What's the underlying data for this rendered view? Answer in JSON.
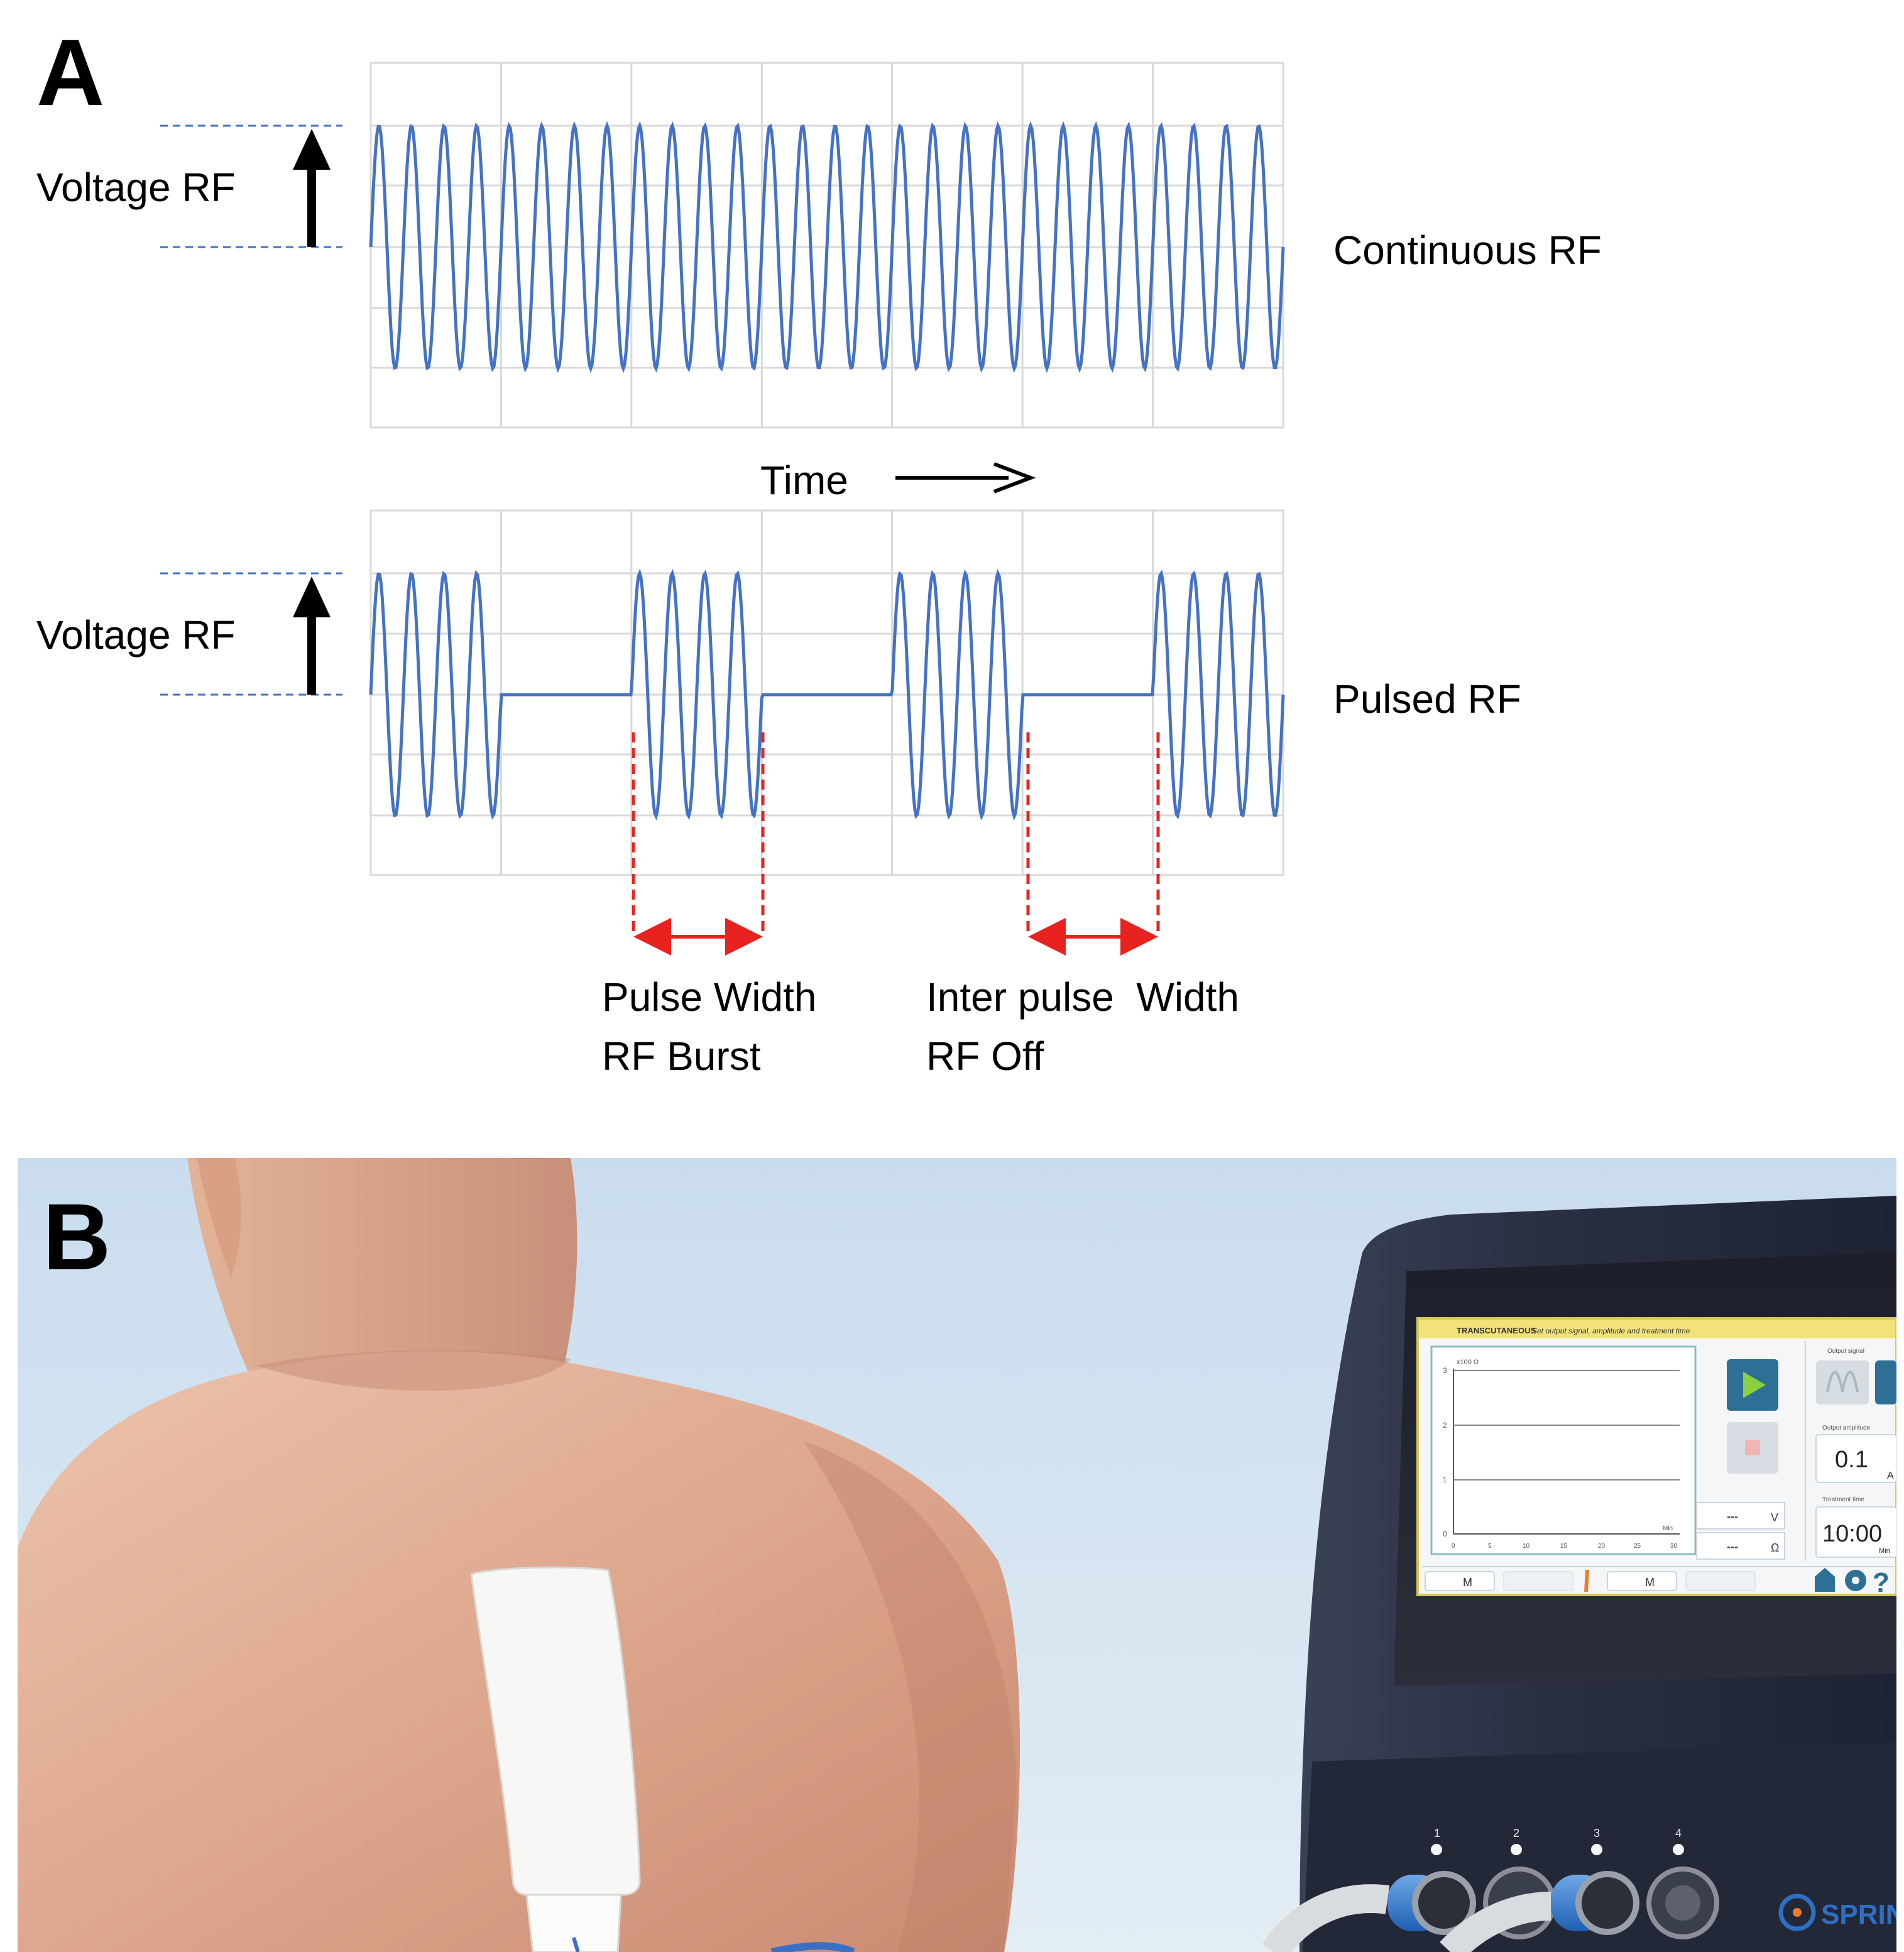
{
  "panel_a": {
    "letter": "A",
    "top": {
      "ylabel": "Voltage RF",
      "name": "Continuous RF"
    },
    "time_label": "Time",
    "bottom": {
      "ylabel": "Voltage RF",
      "name": "Pulsed RF"
    },
    "pulse_label_1": "Pulse Width",
    "pulse_label_2": "RF Burst",
    "inter_label_1": "Inter pulse  Width",
    "inter_label_2": "RF Off"
  },
  "panel_b": {
    "letter": "B",
    "screen": {
      "header_title": "TRANSCUTANEOUS",
      "header_sub": "Set output signal, amplitude and treatment time",
      "chart_scale": "x100 Ω",
      "y_ticks": [
        "3",
        "2",
        "1",
        "0"
      ],
      "x_ticks": [
        "0",
        "5",
        "10",
        "15",
        "20",
        "25",
        "30"
      ],
      "x_unit": "Min",
      "voltage_value": "---",
      "voltage_unit": "V",
      "impedance_value": "---",
      "impedance_unit": "Ω",
      "output_signal_label": "Output signal",
      "output_amplitude_label": "Output amplitude",
      "amplitude_value": "0.1",
      "amplitude_unit": "A",
      "treatment_time_label": "Treatment time",
      "time_value": "10:00",
      "time_unit": "Min",
      "channel_label": "M",
      "help_glyph": "?"
    },
    "ports": [
      "1",
      "2",
      "3",
      "4"
    ],
    "brand": "SPRIN"
  },
  "colors": {
    "wave": "#4472c4",
    "marker": "#e8231f",
    "grid": "#d9d9d9",
    "device": "#2a3042"
  }
}
